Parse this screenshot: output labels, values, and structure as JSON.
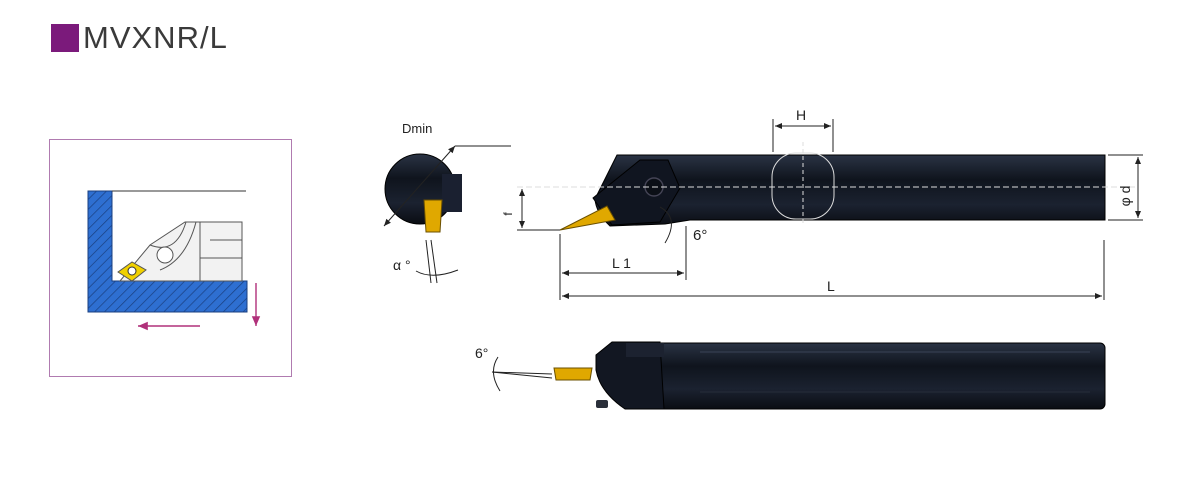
{
  "title": "MVXNR/L",
  "colors": {
    "title_square": "#7b1a7b",
    "inset_border": "#b07bb0",
    "workpiece": "#2e6fd1",
    "feed_arrow": "#b0307a",
    "shank": "#141a24",
    "insert": "#e0a800"
  },
  "labels": {
    "dmin": "Dmin",
    "alpha": "α °",
    "h": "H",
    "phi_d": "φ d",
    "f": "f",
    "six_deg_top": "6°",
    "l1": "L 1",
    "l": "L",
    "six_deg_bottom": "6°"
  }
}
